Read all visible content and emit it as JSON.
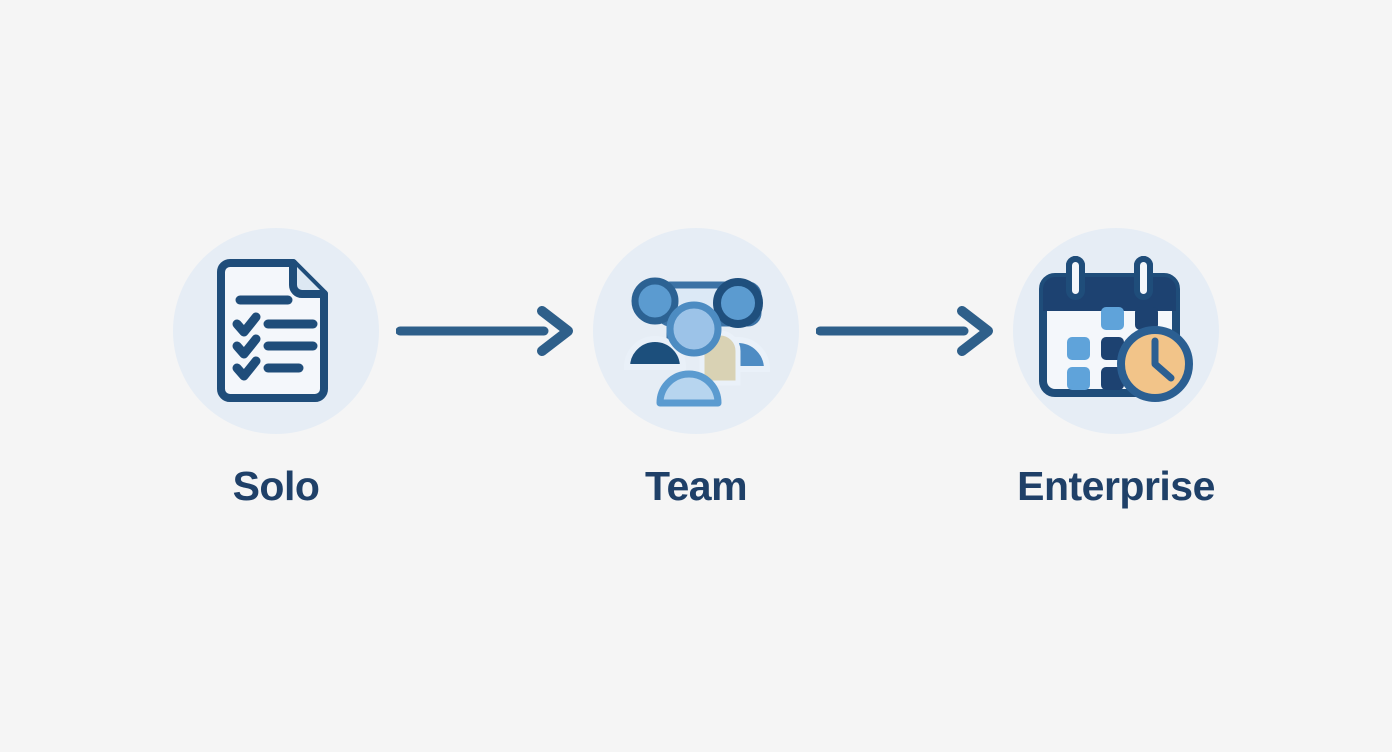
{
  "diagram": {
    "type": "process-flow",
    "title": "",
    "background_color": "#f5f5f5",
    "stages": [
      {
        "id": "solo",
        "label": "Solo",
        "icon": "document-checklist-icon",
        "badge_color": "#e6edf5",
        "icon_color": "#1f4d7a"
      },
      {
        "id": "team",
        "label": "Team",
        "icon": "people-group-speech-bubble-icon",
        "badge_color": "#e6edf5",
        "icon_color": "#2e6da4"
      },
      {
        "id": "enterprise",
        "label": "Enterprise",
        "icon": "calendar-clock-icon",
        "badge_color": "#e6edf5",
        "icon_color": "#1f4d7a"
      }
    ],
    "connectors": [
      {
        "id": "solo-to-team",
        "from": "solo",
        "to": "team",
        "shape": "arrow-right",
        "color": "#2e5f8a"
      },
      {
        "id": "team-to-enterprise",
        "from": "team",
        "to": "enterprise",
        "shape": "arrow-right",
        "color": "#2e5f8a"
      }
    ],
    "palette": {
      "label_text": "#1f4068",
      "arrow": "#2e5f8a",
      "navy_dark": "#1c4f7c",
      "navy_deep": "#1d4271",
      "blue_mid": "#5b9bd0",
      "blue_light": "#9cc3e8",
      "blue_pale": "#cfe0f2",
      "paper_white": "#f4f7fb",
      "clock_face": "#f2c489",
      "circle_bg": "#e6edf5"
    }
  }
}
